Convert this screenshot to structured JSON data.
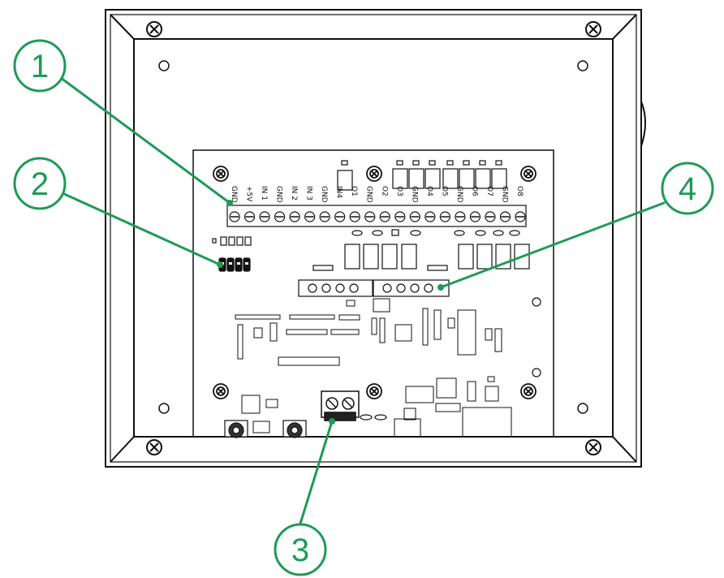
{
  "colors": {
    "callout": "#1e9a57",
    "line": "#111111",
    "background": "#ffffff"
  },
  "terminal_labels": [
    "GND",
    "+5V",
    "IN 1",
    "GND",
    "IN 2",
    "IN 3",
    "GND",
    "IN4",
    "O1",
    "GND",
    "O2",
    "O3",
    "GND",
    "O4",
    "O5",
    "GND",
    "O6",
    "O7",
    "GND",
    "O8"
  ],
  "callouts": [
    {
      "number": "1"
    },
    {
      "number": "2"
    },
    {
      "number": "3"
    },
    {
      "number": "4"
    }
  ]
}
